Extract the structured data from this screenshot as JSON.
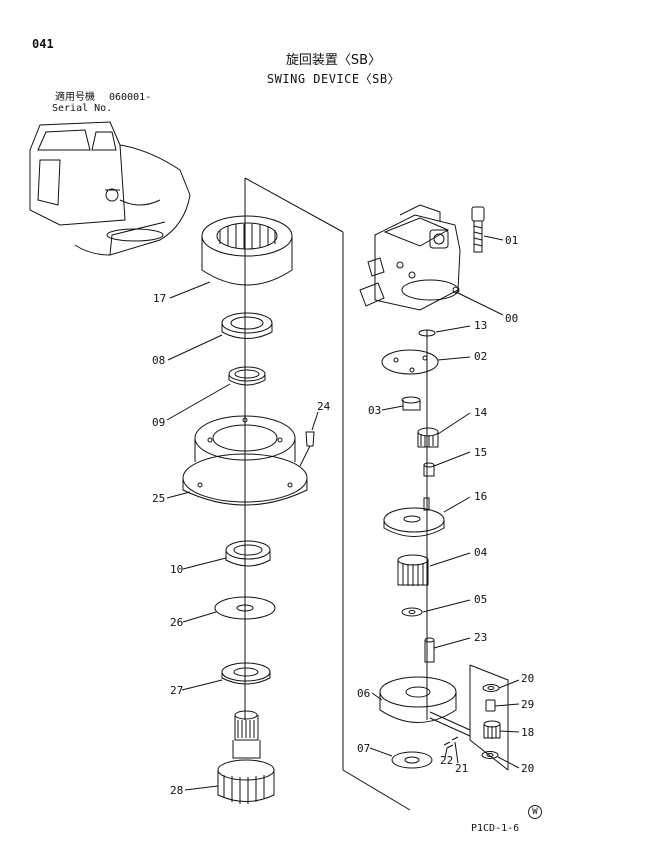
{
  "page_number": "041",
  "title_jp": "旋回装置〈SB〉",
  "title_en": "SWING DEVICE〈SB〉",
  "serial": {
    "label_jp": "適用号機",
    "label_en": "Serial No.",
    "value": "060001-"
  },
  "drawing_code": "P1CD-1-6",
  "watermark": "W",
  "parts": [
    {
      "id": "p00",
      "label": "00"
    },
    {
      "id": "p01",
      "label": "01"
    },
    {
      "id": "p02",
      "label": "02"
    },
    {
      "id": "p03",
      "label": "03"
    },
    {
      "id": "p04",
      "label": "04"
    },
    {
      "id": "p05",
      "label": "05"
    },
    {
      "id": "p06",
      "label": "06"
    },
    {
      "id": "p07",
      "label": "07"
    },
    {
      "id": "p08",
      "label": "08"
    },
    {
      "id": "p09",
      "label": "09"
    },
    {
      "id": "p10",
      "label": "10"
    },
    {
      "id": "p13",
      "label": "13"
    },
    {
      "id": "p14",
      "label": "14"
    },
    {
      "id": "p15",
      "label": "15"
    },
    {
      "id": "p16",
      "label": "16"
    },
    {
      "id": "p17",
      "label": "17"
    },
    {
      "id": "p18",
      "label": "18"
    },
    {
      "id": "p20a",
      "label": "20"
    },
    {
      "id": "p20b",
      "label": "20"
    },
    {
      "id": "p21",
      "label": "21"
    },
    {
      "id": "p22",
      "label": "22"
    },
    {
      "id": "p23",
      "label": "23"
    },
    {
      "id": "p24",
      "label": "24"
    },
    {
      "id": "p25",
      "label": "25"
    },
    {
      "id": "p26",
      "label": "26"
    },
    {
      "id": "p27",
      "label": "27"
    },
    {
      "id": "p28",
      "label": "28"
    },
    {
      "id": "p29",
      "label": "29"
    }
  ]
}
